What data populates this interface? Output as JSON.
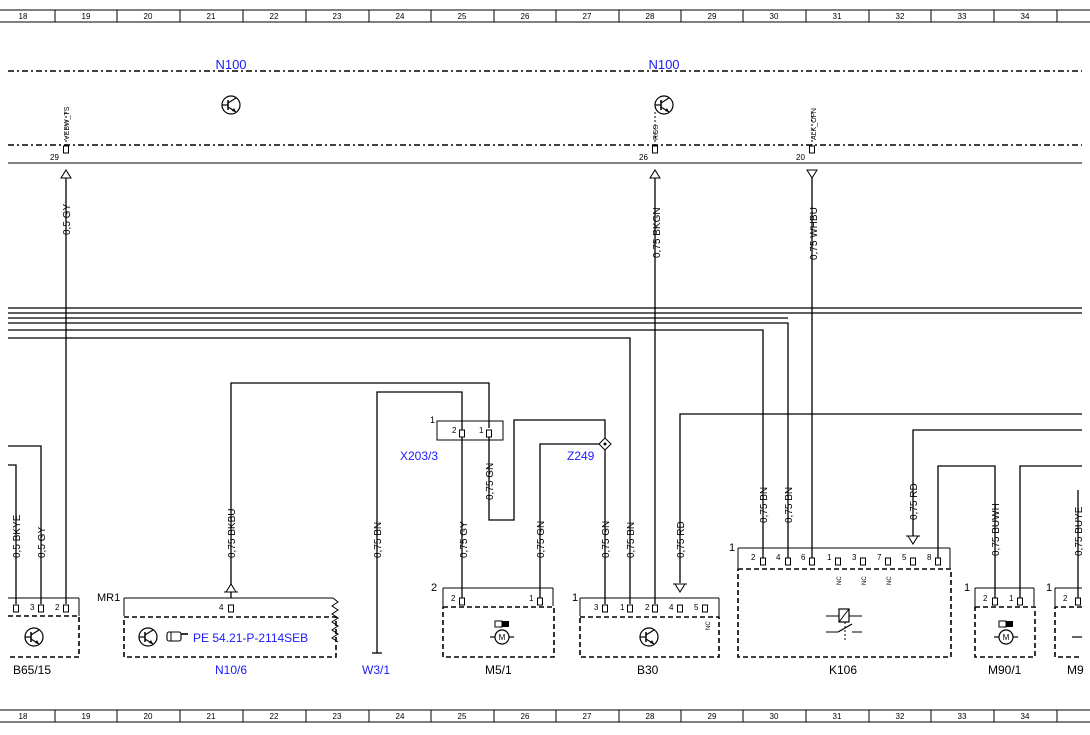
{
  "grid": [
    "18",
    "19",
    "20",
    "21",
    "22",
    "23",
    "24",
    "25",
    "26",
    "27",
    "28",
    "29",
    "30",
    "31",
    "32",
    "33",
    "34"
  ],
  "control_units": {
    "n100_left": "N100",
    "n100_right": "N100"
  },
  "signals": {
    "vebw_ts": "VEBW_TS",
    "rgs": "RGS",
    "alk_ofn": "ALK_OFN"
  },
  "pins": {
    "n100_29": "29",
    "n100_26": "26",
    "n100_20": "20",
    "b65_3": "3",
    "b65_2": "2",
    "n10_4": "4",
    "x203_2": "2",
    "x203_1": "1",
    "x203_marker": "1",
    "m5_2": "2",
    "m5_1": "1",
    "m5_marker": "2",
    "b30_3": "3",
    "b30_1": "1",
    "b30_2": "2",
    "b30_4": "4",
    "b30_5": "5",
    "b30_marker": "1",
    "k106_2": "2",
    "k106_4": "4",
    "k106_6": "6",
    "k106_1": "1",
    "k106_3": "3",
    "k106_7": "7",
    "k106_5": "5",
    "k106_8": "8",
    "k106_marker": "1",
    "m90_2": "2",
    "m90_1": "1",
    "m90_marker": "1",
    "m9x_2": "2",
    "m9x_marker": "1"
  },
  "wires": {
    "w_gy_29": "0,5 GY",
    "w_bkgn_26": "0,75 BKGN",
    "w_whbu_20": "0,75 WHBU",
    "w_bkye": "0,5 BKYE",
    "w_gy_b65": "0,5 GY",
    "w_bkbu": "0,75 BKBU",
    "w_bn_w3": "0,75 BN",
    "w_gy_m5": "0,75 GY",
    "w_gn_x203": "0,75 GN",
    "w_gn_m5": "0,75 GN",
    "w_gn_b30": "0,75 GN",
    "w_bn_b30": "0,75 BN",
    "w_rd_b30": "0,75 RD",
    "w_bn_k106a": "0,75 BN",
    "w_bn_k106b": "0,75 BN",
    "w_rd_k106": "0,75 RD",
    "w_buwh": "0,75 BUWH",
    "w_buye": "0,75 BUYE"
  },
  "nc": {
    "b30": "NC",
    "k106_a": "NC",
    "k106_b": "NC",
    "k106_c": "NC"
  },
  "components": {
    "b65": "B65/15",
    "n10": "N10/6",
    "w3": "W3/1",
    "m5": "M5/1",
    "b30": "B30",
    "k106": "K106",
    "m90": "M90/1",
    "m9x": "M9",
    "x203": "X203/3",
    "z249": "Z249",
    "mr1": "MR1"
  },
  "reference": {
    "text": "PE 54.21-P-2114SEB"
  },
  "colors": {
    "link": "#1a1aff",
    "line": "#000000"
  }
}
